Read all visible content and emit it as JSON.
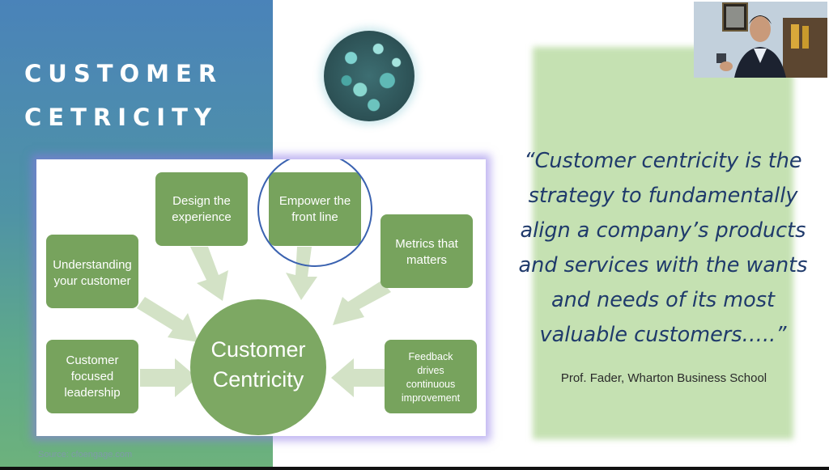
{
  "slide": {
    "title_line1": "CUSTOMER",
    "title_line2": "CETRICITY",
    "source": "Source: cfoengage.com"
  },
  "diagram": {
    "center": {
      "line1": "Customer",
      "line2": "Centricity"
    },
    "boxes": {
      "understanding": [
        "Understanding",
        "your customer"
      ],
      "design": [
        "Design the",
        "experience"
      ],
      "empower": [
        "Empower the",
        "front line"
      ],
      "metrics": [
        "Metrics that",
        "matters"
      ],
      "leadership": [
        "Customer",
        "focused",
        "leadership"
      ],
      "feedback": [
        "Feedback",
        "drives",
        "continuous",
        "improvement"
      ]
    },
    "highlighted_box": "empower",
    "colors": {
      "box_fill": "#77a35d",
      "arrow_fill": "#d3e2c6",
      "center_fill": "#7da863",
      "highlight_ring": "#3a62b0"
    }
  },
  "quote": {
    "text": "“Customer centricity is the\nstrategy to fundamentally\nalign a company’s products\nand services with the wants\nand needs of its most\nvaluable customers…..”",
    "attribution": "Prof. Fader, Wharton Business School"
  },
  "webcam": {
    "icon": "presenter-video-thumbnail"
  }
}
